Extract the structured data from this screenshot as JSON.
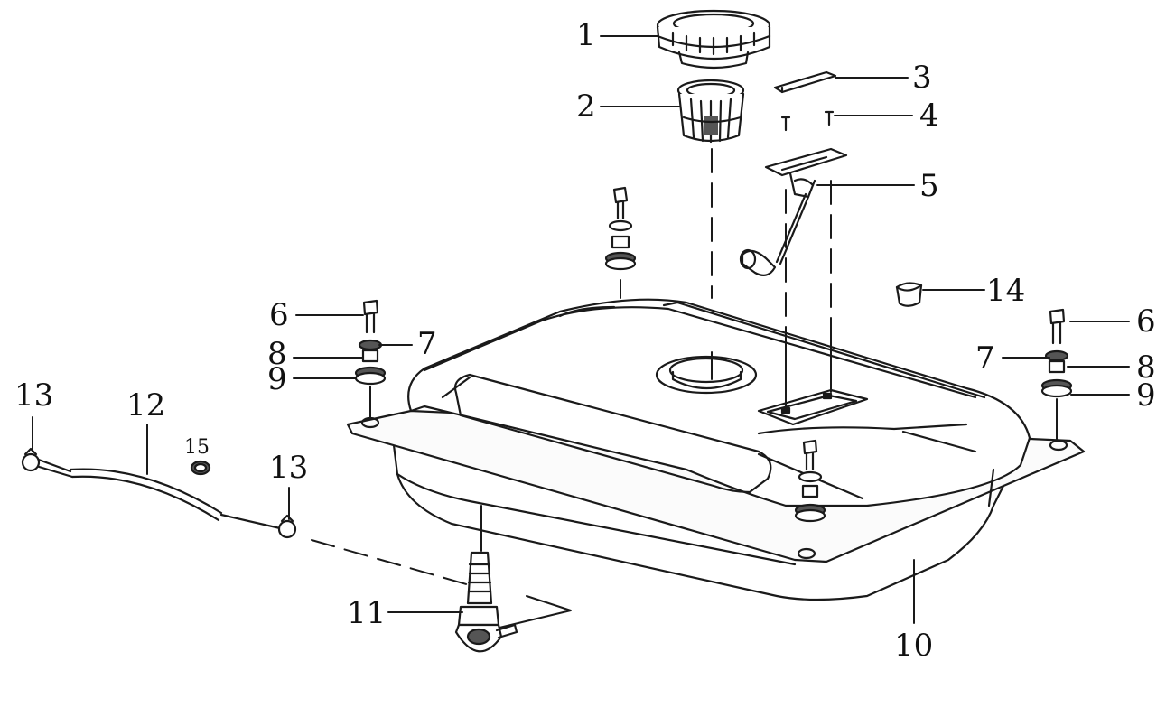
{
  "callouts": [
    {
      "id": "c1",
      "label": "1"
    },
    {
      "id": "c2",
      "label": "2"
    },
    {
      "id": "c3",
      "label": "3"
    },
    {
      "id": "c4",
      "label": "4"
    },
    {
      "id": "c5",
      "label": "5"
    },
    {
      "id": "c6a",
      "label": "6"
    },
    {
      "id": "c7a",
      "label": "7"
    },
    {
      "id": "c8a",
      "label": "8"
    },
    {
      "id": "c9a",
      "label": "9"
    },
    {
      "id": "c6b",
      "label": "6"
    },
    {
      "id": "c7b",
      "label": "7"
    },
    {
      "id": "c8b",
      "label": "8"
    },
    {
      "id": "c9b",
      "label": "9"
    },
    {
      "id": "c10",
      "label": "10"
    },
    {
      "id": "c11",
      "label": "11"
    },
    {
      "id": "c12",
      "label": "12"
    },
    {
      "id": "c13a",
      "label": "13"
    },
    {
      "id": "c13b",
      "label": "13"
    },
    {
      "id": "c14",
      "label": "14"
    },
    {
      "id": "c15",
      "label": "15"
    }
  ],
  "colors": {
    "line": "#1a1a1a",
    "fill": "#f7f7f7",
    "shade": "#555555"
  }
}
